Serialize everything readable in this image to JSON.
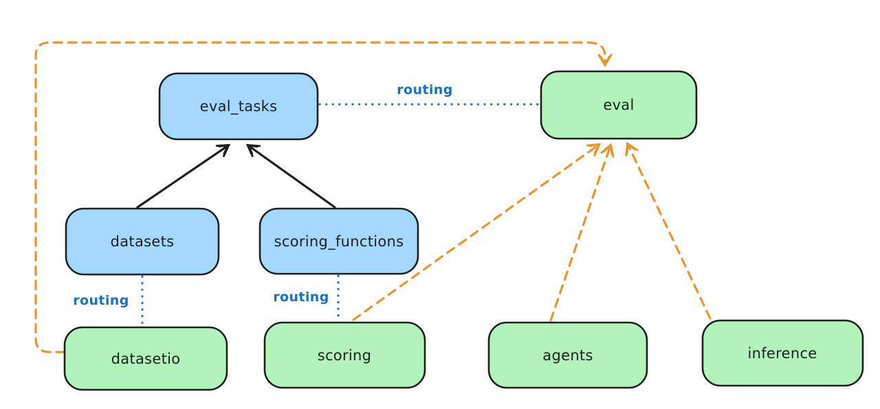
{
  "diagram": {
    "nodes": {
      "eval_tasks": {
        "label": "eval_tasks",
        "fill": "#a5d8ff"
      },
      "eval": {
        "label": "eval",
        "fill": "#b2f2bb"
      },
      "datasets": {
        "label": "datasets",
        "fill": "#a5d8ff"
      },
      "scoring_functions": {
        "label": "scoring_functions",
        "fill": "#a5d8ff"
      },
      "datasetio": {
        "label": "datasetio",
        "fill": "#b2f2bb"
      },
      "scoring": {
        "label": "scoring",
        "fill": "#b2f2bb"
      },
      "agents": {
        "label": "agents",
        "fill": "#b2f2bb"
      },
      "inference": {
        "label": "inference",
        "fill": "#b2f2bb"
      }
    },
    "edge_labels": {
      "routing_eval": "routing",
      "routing_datasetio": "routing",
      "routing_scoring": "routing"
    },
    "edges": [
      {
        "from": "datasets",
        "to": "eval_tasks",
        "style": "solid-arrow",
        "color": "#1e1e1e"
      },
      {
        "from": "scoring_functions",
        "to": "eval_tasks",
        "style": "solid-arrow",
        "color": "#1e1e1e"
      },
      {
        "from": "eval_tasks",
        "to": "eval",
        "style": "dotted",
        "label": "routing",
        "color": "#1971c2"
      },
      {
        "from": "datasets",
        "to": "datasetio",
        "style": "dotted",
        "label": "routing",
        "color": "#1971c2"
      },
      {
        "from": "scoring_functions",
        "to": "scoring",
        "style": "dotted",
        "label": "routing",
        "color": "#1971c2"
      },
      {
        "from": "datasetio",
        "to": "eval",
        "style": "dashed-arrow",
        "color": "#e8952e"
      },
      {
        "from": "scoring",
        "to": "eval",
        "style": "dashed-arrow",
        "color": "#e8952e"
      },
      {
        "from": "agents",
        "to": "eval",
        "style": "dashed-arrow",
        "color": "#e8952e"
      },
      {
        "from": "inference",
        "to": "eval",
        "style": "dashed-arrow",
        "color": "#e8952e"
      }
    ],
    "colors": {
      "blue_fill": "#a5d8ff",
      "green_fill": "#b2f2bb",
      "node_stroke": "#1e1e1e",
      "routing_blue": "#1971c2",
      "arrow_orange": "#e8952e",
      "arrow_black": "#1e1e1e",
      "background": "#ffffff"
    }
  }
}
